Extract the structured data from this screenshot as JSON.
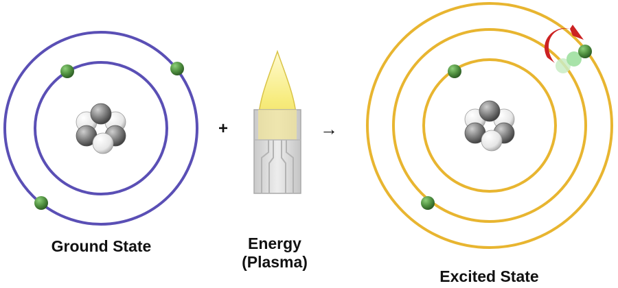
{
  "labels": {
    "ground_state": "Ground State",
    "energy_line1": "Energy",
    "energy_line2": "(Plasma)",
    "excited_state": "Excited State"
  },
  "operators": {
    "plus": "+",
    "arrow": "→"
  },
  "colors": {
    "ground_orbit": "#5a4fb5",
    "excited_orbit": "#e8b530",
    "electron": "#4f8f3f",
    "excited_electron_trail": "#9fe0a0",
    "jump_arrow": "#cc2222",
    "flame": "#f7ec7e",
    "torch_body": "#dcdcdc"
  },
  "icons": {
    "nucleus": "nucleus-icon",
    "torch": "plasma-torch-icon",
    "jump": "curved-arrow-icon"
  }
}
